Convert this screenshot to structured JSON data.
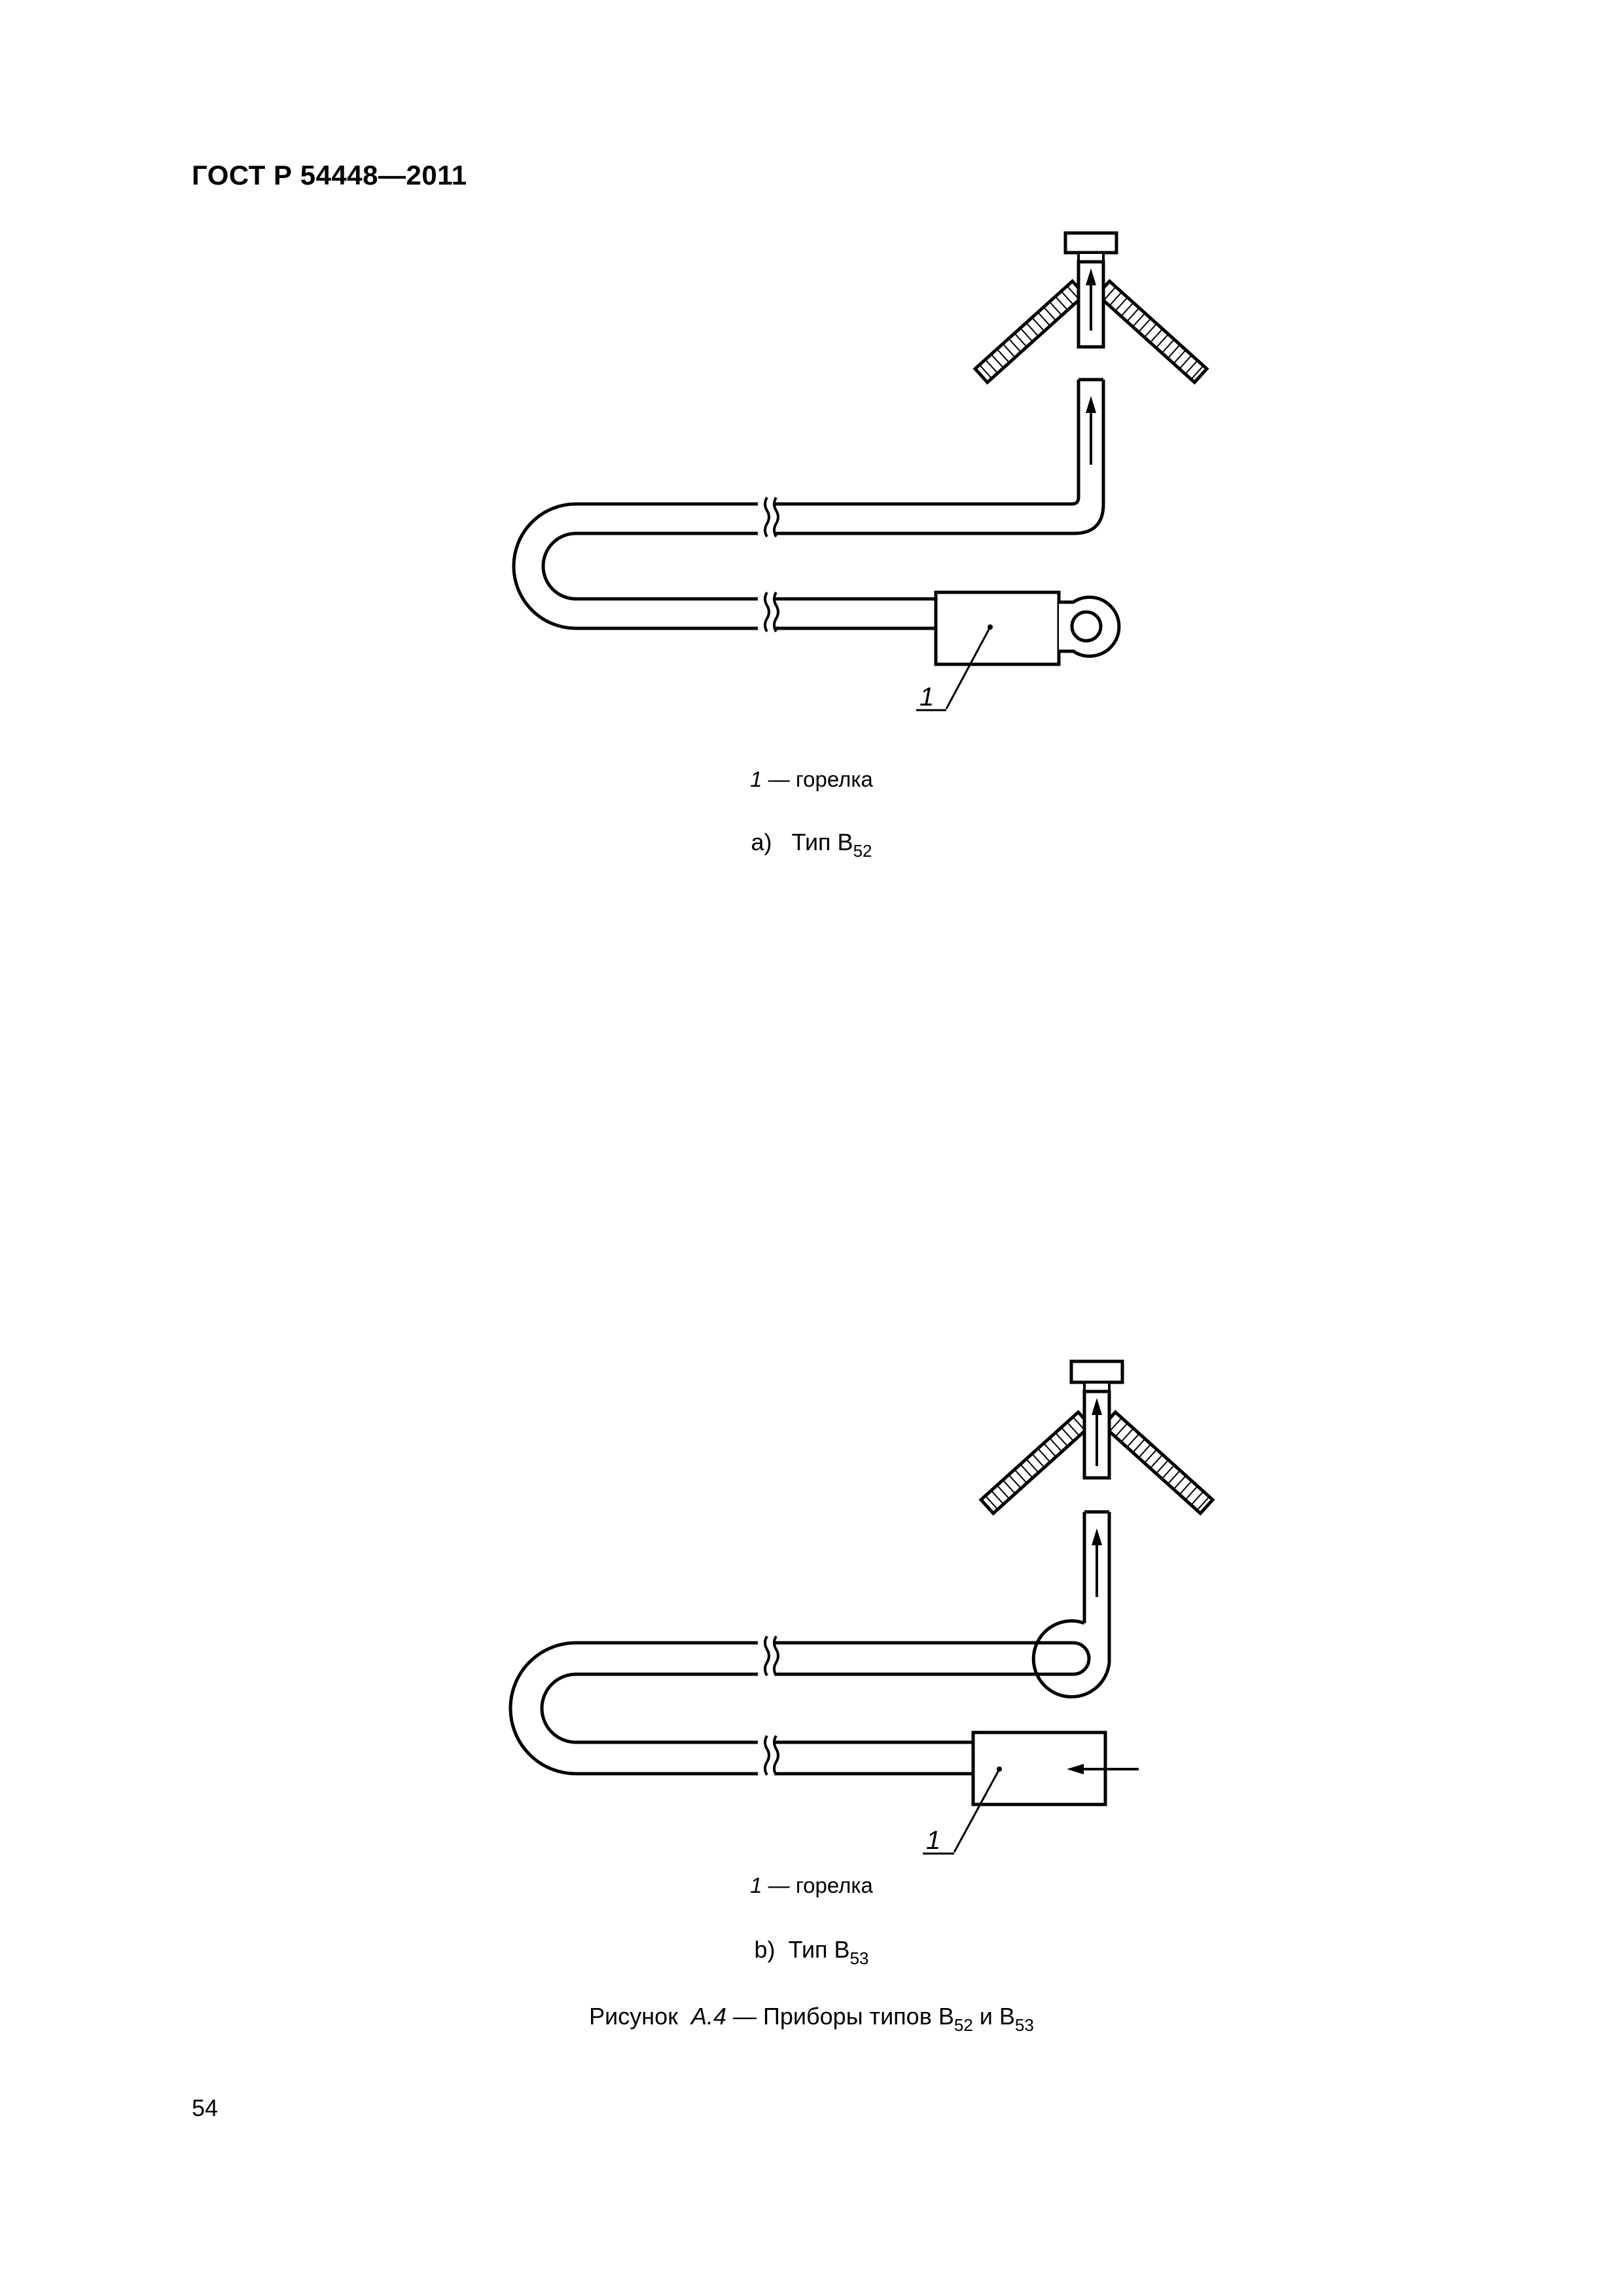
{
  "document": {
    "header": "ГОСТ Р 54448—2011",
    "page_number": "54"
  },
  "figure_a": {
    "callout": "1",
    "legend_num": "1",
    "legend_text": "— горелка",
    "sub_letter": "a)",
    "sub_label": "Тип B",
    "sub_index": "52"
  },
  "figure_b": {
    "callout": "1",
    "legend_num": "1",
    "legend_text": "— горелка",
    "sub_letter": "b)",
    "sub_label": "Тип B",
    "sub_index": "53"
  },
  "caption": {
    "prefix": "Рисунок",
    "number": "A.4",
    "text": "— Приборы типов B",
    "index1": "52",
    "conj": " и B",
    "index2": "53"
  }
}
